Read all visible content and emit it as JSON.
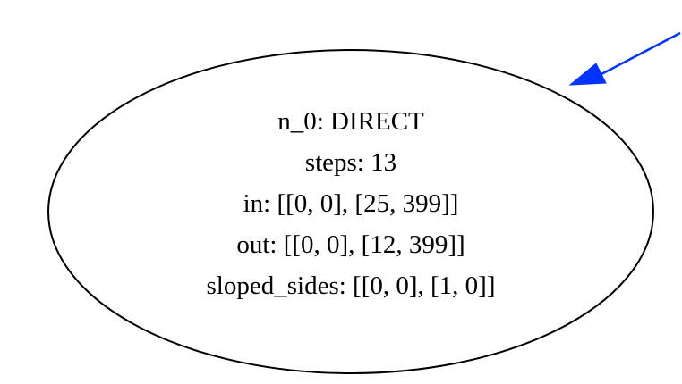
{
  "node": {
    "lines": [
      "n_0: DIRECT",
      "steps: 13",
      "in: [[0, 0], [25, 399]]",
      "out: [[0, 0], [12, 399]]",
      "sloped_sides: [[0, 0], [1, 0]]"
    ],
    "stroke_color": "#000000",
    "fill_color": "#ffffff"
  },
  "edge": {
    "color": "#0033ff",
    "direction": "incoming-from-top-right"
  }
}
